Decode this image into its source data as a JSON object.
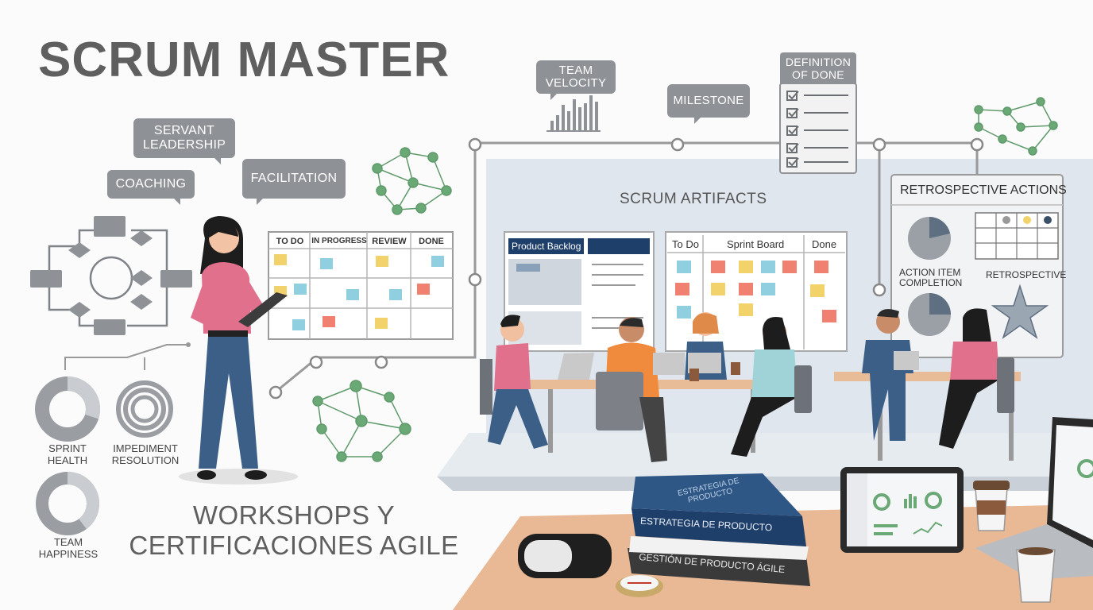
{
  "title": "SCRUM MASTER",
  "bubbles": {
    "servant_leadership": "SERVANT LEADERSHIP",
    "coaching": "COACHING",
    "facilitation": "FACILITATION",
    "team_velocity": "TEAM VELOCITY",
    "milestone": "MILESTONE",
    "definition_of_done": "DEFINITION OF DONE"
  },
  "kanban": {
    "columns": [
      "TO DO",
      "IN PROGRESS",
      "REVIEW",
      "DONE"
    ]
  },
  "artifacts": {
    "title": "SCRUM ARTIFACTS",
    "product_backlog": "Product Backlog",
    "sprint_board": {
      "todo": "To Do",
      "title": "Sprint Board",
      "done": "Done"
    }
  },
  "retro": {
    "title": "RETROSPECTIVE ACTIONS",
    "chart_label": "ACTION ITEM COMPLETION",
    "label": "RETROSPECTIVE"
  },
  "metrics": {
    "sprint_health": "SPRINT HEALTH",
    "impediment": "IMPEDIMENT RESOLUTION",
    "happiness": "TEAM HAPPINESS"
  },
  "subtitle": "WORKSHOPS Y CERTIFICACIONES AGILE",
  "books": {
    "top_spine": "ESTRATEGIA DE PRODUCTO",
    "top_cover": "ESTRATEGIA DE PRODUCTO",
    "bottom_spine": "GESTIÓN DE PRODUCTO ÁGILE"
  },
  "colors": {
    "title": "#5f5f5f",
    "bubble": "#8e9297",
    "node": "#6aa876",
    "navy": "#1f3f6b",
    "desk": "#e9b894"
  }
}
